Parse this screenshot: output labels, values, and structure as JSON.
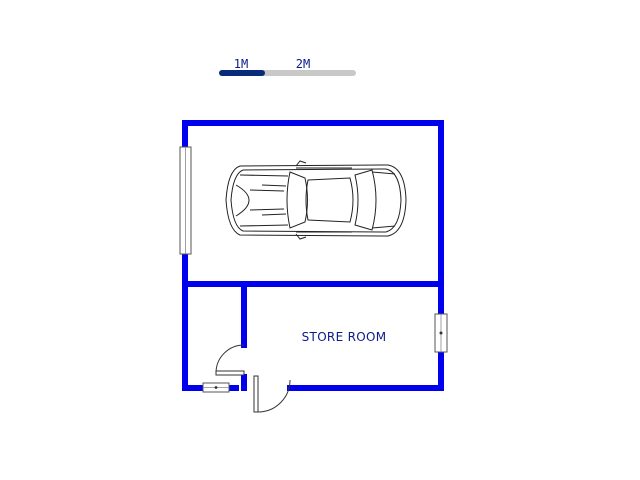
{
  "scale_bar": {
    "label_1": "1M",
    "label_2": "2M",
    "text_color": "#0b1a8c",
    "segment_1_color": "#0a2a7a",
    "segment_2_color": "#c8c8c8"
  },
  "plan": {
    "wall_color": "#0000ee",
    "text_color": "#0b1a8c",
    "rooms": [
      {
        "label": "STORE ROOM"
      }
    ],
    "items": [
      "car",
      "window",
      "window",
      "door",
      "door"
    ]
  }
}
